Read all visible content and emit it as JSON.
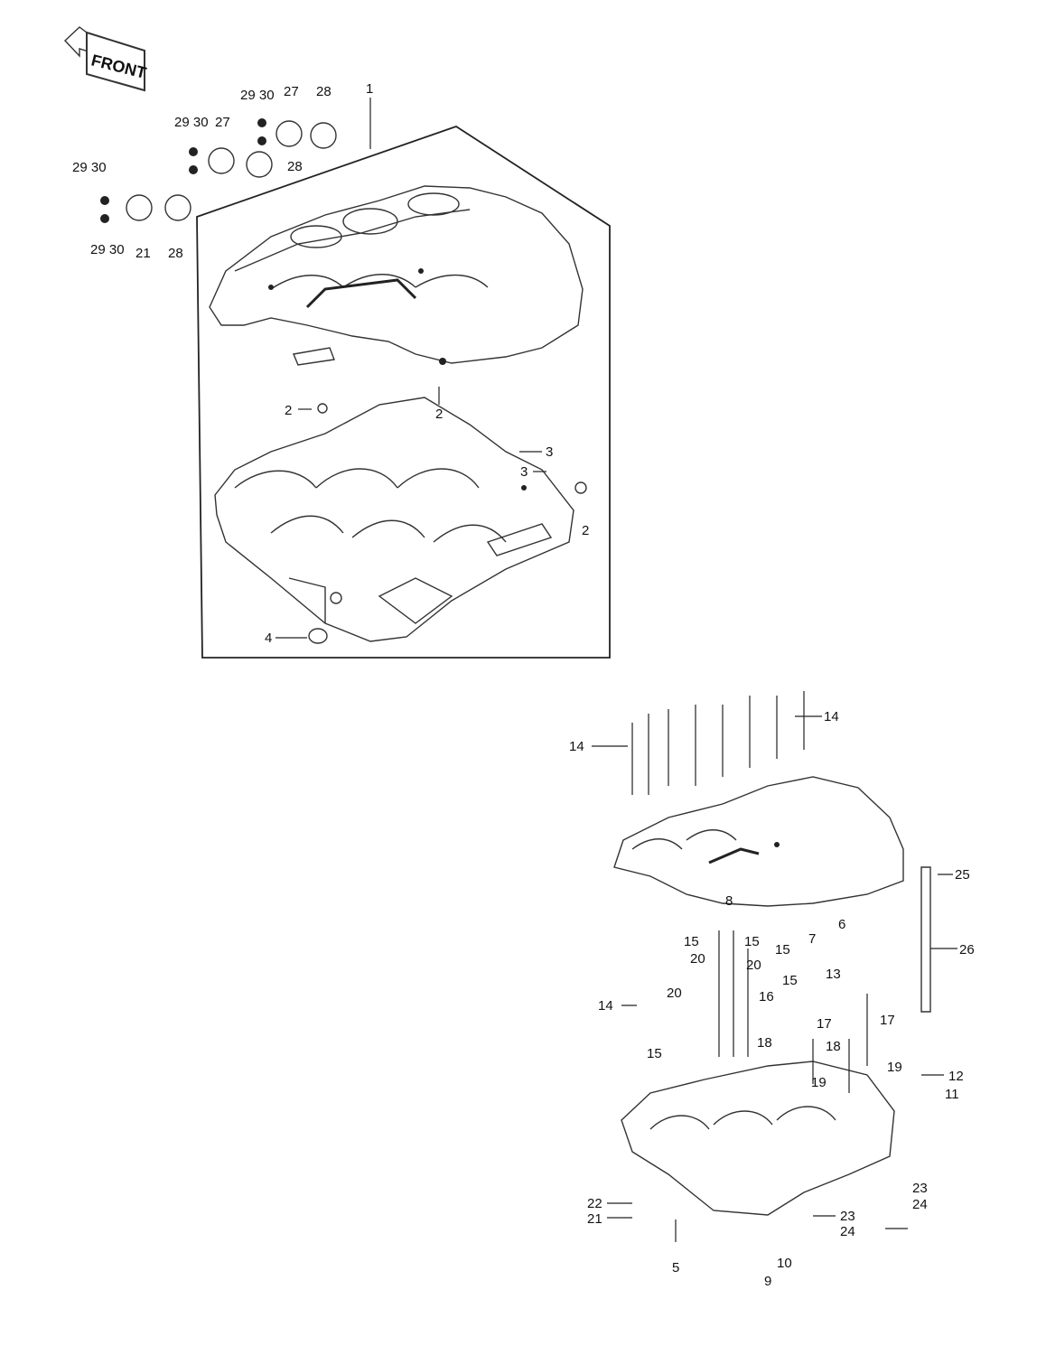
{
  "diagram": {
    "front_badge": "FRONT",
    "callouts_top": [
      {
        "id": "c1",
        "text": "1"
      },
      {
        "id": "c2a",
        "text": "2"
      },
      {
        "id": "c2b",
        "text": "2"
      },
      {
        "id": "c2c",
        "text": "2"
      },
      {
        "id": "c3a",
        "text": "3"
      },
      {
        "id": "c3b",
        "text": "3"
      },
      {
        "id": "c4",
        "text": "4"
      },
      {
        "id": "c2930a",
        "text": "29 30"
      },
      {
        "id": "c27a",
        "text": "27"
      },
      {
        "id": "c28a",
        "text": "28"
      },
      {
        "id": "c2930b",
        "text": "29 30"
      },
      {
        "id": "c27b",
        "text": "27"
      },
      {
        "id": "c28b",
        "text": "28"
      },
      {
        "id": "c2930c",
        "text": "29 30"
      },
      {
        "id": "c2930d",
        "text": "29 30"
      },
      {
        "id": "c21a",
        "text": "21"
      },
      {
        "id": "c28c",
        "text": "28"
      }
    ],
    "callouts_bottom": [
      {
        "id": "b14a",
        "text": "14"
      },
      {
        "id": "b14b",
        "text": "14"
      },
      {
        "id": "b14c",
        "text": "14"
      },
      {
        "id": "b25",
        "text": "25"
      },
      {
        "id": "b26",
        "text": "26"
      },
      {
        "id": "b8",
        "text": "8"
      },
      {
        "id": "b6",
        "text": "6"
      },
      {
        "id": "b7",
        "text": "7"
      },
      {
        "id": "b15a",
        "text": "15"
      },
      {
        "id": "b15b",
        "text": "15"
      },
      {
        "id": "b15c",
        "text": "15"
      },
      {
        "id": "b15d",
        "text": "15"
      },
      {
        "id": "b15e",
        "text": "15"
      },
      {
        "id": "b20a",
        "text": "20"
      },
      {
        "id": "b20b",
        "text": "20"
      },
      {
        "id": "b20c",
        "text": "20"
      },
      {
        "id": "b13",
        "text": "13"
      },
      {
        "id": "b16",
        "text": "16"
      },
      {
        "id": "b17a",
        "text": "17"
      },
      {
        "id": "b17b",
        "text": "17"
      },
      {
        "id": "b18a",
        "text": "18"
      },
      {
        "id": "b18b",
        "text": "18"
      },
      {
        "id": "b19a",
        "text": "19"
      },
      {
        "id": "b19b",
        "text": "19"
      },
      {
        "id": "b12",
        "text": "12"
      },
      {
        "id": "b11",
        "text": "11"
      },
      {
        "id": "b22",
        "text": "22"
      },
      {
        "id": "b21",
        "text": "21"
      },
      {
        "id": "b23a",
        "text": "23"
      },
      {
        "id": "b24a",
        "text": "24"
      },
      {
        "id": "b23b",
        "text": "23"
      },
      {
        "id": "b24b",
        "text": "24"
      },
      {
        "id": "b5",
        "text": "5"
      },
      {
        "id": "b9",
        "text": "9"
      },
      {
        "id": "b10",
        "text": "10"
      }
    ]
  }
}
